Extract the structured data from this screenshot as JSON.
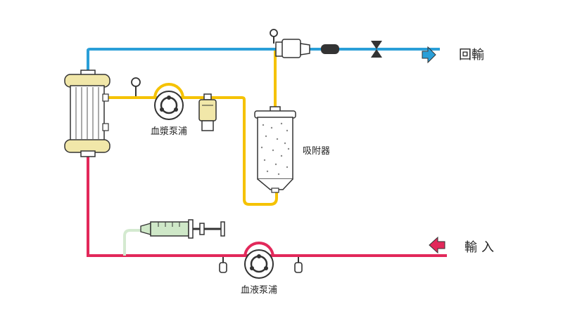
{
  "labels": {
    "return": "回輸",
    "input": "輸入",
    "plasma_pump": "血漿泵浦",
    "blood_pump": "血液泵浦",
    "adsorber": "吸附器"
  },
  "colors": {
    "blue_line": "#2a9fd8",
    "red_line": "#e2285a",
    "yellow_line": "#f5c200",
    "green_line": "#cfe8c8",
    "filter_body": "#f1e7a9",
    "pump_ring": "#e2285a",
    "arrow_blue": "#2a9fd8",
    "arrow_red": "#e2285a",
    "dark": "#333333"
  },
  "icons": [
    "filter-column-icon",
    "plasma-pump-icon",
    "blood-pump-icon",
    "adsorber-column-icon",
    "syringe-icon",
    "drip-chamber-icon",
    "valve-icon",
    "clamp-icon",
    "pressure-gauge-icon",
    "arrow-right-icon",
    "arrow-left-icon"
  ]
}
